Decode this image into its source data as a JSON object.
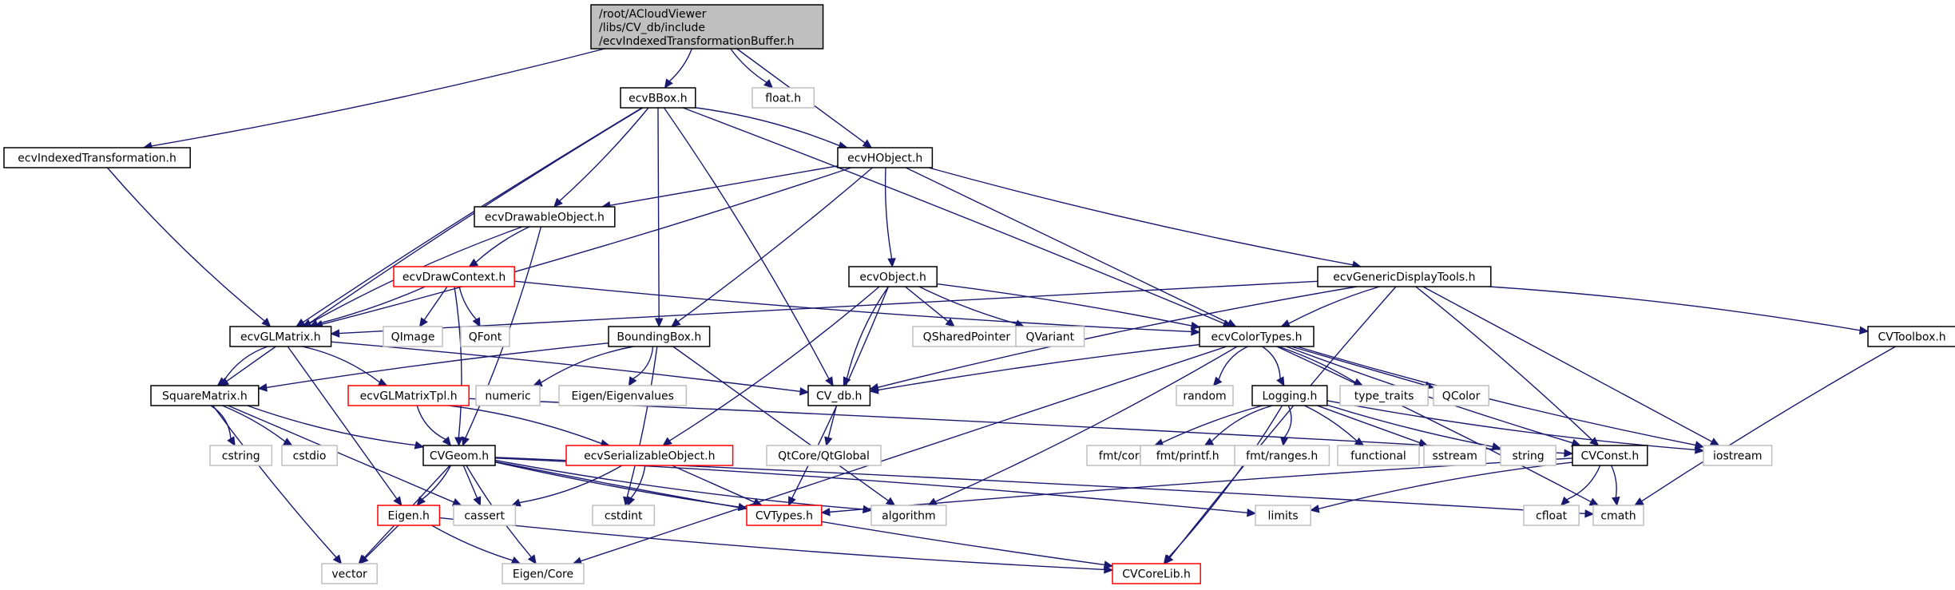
{
  "graph": {
    "title": "Include dependency graph for ecvIndexedTransformationBuffer.h",
    "edge_color": "#191970",
    "styles": {
      "root": {
        "fill": "#bfbfbf",
        "stroke": "#000000"
      },
      "documented": {
        "fill": "#ffffff",
        "stroke": "#000000"
      },
      "external": {
        "fill": "#ffffff",
        "stroke": "#bfbfbf"
      },
      "truncated": {
        "fill": "#ffffff",
        "stroke": "#ff0000"
      }
    },
    "nodes": [
      {
        "id": "root",
        "lines": [
          "/root/ACloudViewer",
          "/libs/CV_db/include",
          "/ecvIndexedTransformationBuffer.h"
        ],
        "kind": "root"
      },
      {
        "id": "ecvBBox",
        "lines": [
          "ecvBBox.h"
        ],
        "kind": "documented"
      },
      {
        "id": "float",
        "lines": [
          "float.h"
        ],
        "kind": "external"
      },
      {
        "id": "ecvIndexedTransformation",
        "lines": [
          "ecvIndexedTransformation.h"
        ],
        "kind": "documented"
      },
      {
        "id": "ecvHObject",
        "lines": [
          "ecvHObject.h"
        ],
        "kind": "documented"
      },
      {
        "id": "ecvDrawableObject",
        "lines": [
          "ecvDrawableObject.h"
        ],
        "kind": "documented"
      },
      {
        "id": "ecvDrawContext",
        "lines": [
          "ecvDrawContext.h"
        ],
        "kind": "truncated"
      },
      {
        "id": "ecvObject",
        "lines": [
          "ecvObject.h"
        ],
        "kind": "documented"
      },
      {
        "id": "ecvGenericDisplayTools",
        "lines": [
          "ecvGenericDisplayTools.h"
        ],
        "kind": "documented"
      },
      {
        "id": "ecvGLMatrix",
        "lines": [
          "ecvGLMatrix.h"
        ],
        "kind": "documented"
      },
      {
        "id": "QImage",
        "lines": [
          "QImage"
        ],
        "kind": "external"
      },
      {
        "id": "QFont",
        "lines": [
          "QFont"
        ],
        "kind": "external"
      },
      {
        "id": "BoundingBox",
        "lines": [
          "BoundingBox.h"
        ],
        "kind": "documented"
      },
      {
        "id": "QSharedPointer",
        "lines": [
          "QSharedPointer"
        ],
        "kind": "external"
      },
      {
        "id": "QVariant",
        "lines": [
          "QVariant"
        ],
        "kind": "external"
      },
      {
        "id": "ecvColorTypes",
        "lines": [
          "ecvColorTypes.h"
        ],
        "kind": "documented"
      },
      {
        "id": "CVToolbox",
        "lines": [
          "CVToolbox.h"
        ],
        "kind": "documented"
      },
      {
        "id": "SquareMatrix",
        "lines": [
          "SquareMatrix.h"
        ],
        "kind": "documented"
      },
      {
        "id": "ecvGLMatrixTpl",
        "lines": [
          "ecvGLMatrixTpl.h"
        ],
        "kind": "truncated"
      },
      {
        "id": "numeric",
        "lines": [
          "numeric"
        ],
        "kind": "external"
      },
      {
        "id": "EigenEigenvalues",
        "lines": [
          "Eigen/Eigenvalues"
        ],
        "kind": "external"
      },
      {
        "id": "CV_db",
        "lines": [
          "CV_db.h"
        ],
        "kind": "documented"
      },
      {
        "id": "random",
        "lines": [
          "random"
        ],
        "kind": "external"
      },
      {
        "id": "Logging",
        "lines": [
          "Logging.h"
        ],
        "kind": "documented"
      },
      {
        "id": "type_traits",
        "lines": [
          "type_traits"
        ],
        "kind": "external"
      },
      {
        "id": "QColor",
        "lines": [
          "QColor"
        ],
        "kind": "external"
      },
      {
        "id": "cstring",
        "lines": [
          "cstring"
        ],
        "kind": "external"
      },
      {
        "id": "cstdio",
        "lines": [
          "cstdio"
        ],
        "kind": "external"
      },
      {
        "id": "CVGeom",
        "lines": [
          "CVGeom.h"
        ],
        "kind": "documented"
      },
      {
        "id": "ecvSerializableObject",
        "lines": [
          "ecvSerializableObject.h"
        ],
        "kind": "truncated"
      },
      {
        "id": "QtGlobal",
        "lines": [
          "QtCore/QtGlobal"
        ],
        "kind": "external"
      },
      {
        "id": "fmtcore",
        "lines": [
          "fmt/core.h"
        ],
        "kind": "external"
      },
      {
        "id": "fmtprintf",
        "lines": [
          "fmt/printf.h"
        ],
        "kind": "external"
      },
      {
        "id": "fmtranges",
        "lines": [
          "fmt/ranges.h"
        ],
        "kind": "external"
      },
      {
        "id": "functional",
        "lines": [
          "functional"
        ],
        "kind": "external"
      },
      {
        "id": "sstream",
        "lines": [
          "sstream"
        ],
        "kind": "external"
      },
      {
        "id": "string",
        "lines": [
          "string"
        ],
        "kind": "external"
      },
      {
        "id": "CVConst",
        "lines": [
          "CVConst.h"
        ],
        "kind": "documented"
      },
      {
        "id": "iostream",
        "lines": [
          "iostream"
        ],
        "kind": "external"
      },
      {
        "id": "Eigen",
        "lines": [
          "Eigen.h"
        ],
        "kind": "truncated"
      },
      {
        "id": "cassert",
        "lines": [
          "cassert"
        ],
        "kind": "external"
      },
      {
        "id": "cstdint",
        "lines": [
          "cstdint"
        ],
        "kind": "external"
      },
      {
        "id": "CVTypes",
        "lines": [
          "CVTypes.h"
        ],
        "kind": "truncated"
      },
      {
        "id": "algorithm",
        "lines": [
          "algorithm"
        ],
        "kind": "external"
      },
      {
        "id": "limits",
        "lines": [
          "limits"
        ],
        "kind": "external"
      },
      {
        "id": "cfloat",
        "lines": [
          "cfloat"
        ],
        "kind": "external"
      },
      {
        "id": "cmath",
        "lines": [
          "cmath"
        ],
        "kind": "external"
      },
      {
        "id": "vector",
        "lines": [
          "vector"
        ],
        "kind": "external"
      },
      {
        "id": "EigenCore",
        "lines": [
          "Eigen/Core"
        ],
        "kind": "external"
      },
      {
        "id": "CVCoreLib",
        "lines": [
          "CVCoreLib.h"
        ],
        "kind": "truncated"
      }
    ],
    "edges": [
      [
        "root",
        "ecvIndexedTransformation"
      ],
      [
        "root",
        "ecvBBox"
      ],
      [
        "root",
        "ecvHObject"
      ],
      [
        "root",
        "float"
      ],
      [
        "ecvIndexedTransformation",
        "ecvGLMatrix"
      ],
      [
        "ecvBBox",
        "ecvHObject"
      ],
      [
        "ecvBBox",
        "ecvDrawableObject"
      ],
      [
        "ecvBBox",
        "BoundingBox"
      ],
      [
        "ecvBBox",
        "ecvGLMatrix"
      ],
      [
        "ecvBBox",
        "SquareMatrix"
      ],
      [
        "ecvBBox",
        "CV_db"
      ],
      [
        "ecvBBox",
        "ecvColorTypes"
      ],
      [
        "ecvHObject",
        "ecvDrawableObject"
      ],
      [
        "ecvHObject",
        "ecvObject"
      ],
      [
        "ecvHObject",
        "ecvGenericDisplayTools"
      ],
      [
        "ecvHObject",
        "ecvGLMatrix"
      ],
      [
        "ecvHObject",
        "BoundingBox"
      ],
      [
        "ecvHObject",
        "ecvColorTypes"
      ],
      [
        "ecvDrawableObject",
        "ecvDrawContext"
      ],
      [
        "ecvDrawableObject",
        "ecvGLMatrix"
      ],
      [
        "ecvDrawableObject",
        "CVGeom"
      ],
      [
        "ecvDrawContext",
        "ecvGLMatrix"
      ],
      [
        "ecvDrawContext",
        "QImage"
      ],
      [
        "ecvDrawContext",
        "QFont"
      ],
      [
        "ecvDrawContext",
        "ecvColorTypes"
      ],
      [
        "ecvDrawContext",
        "CVGeom"
      ],
      [
        "ecvObject",
        "ecvColorTypes"
      ],
      [
        "ecvObject",
        "QSharedPointer"
      ],
      [
        "ecvObject",
        "QVariant"
      ],
      [
        "ecvObject",
        "CV_db"
      ],
      [
        "ecvObject",
        "ecvSerializableObject"
      ],
      [
        "ecvObject",
        "CVTypes"
      ],
      [
        "ecvGenericDisplayTools",
        "ecvGLMatrix"
      ],
      [
        "ecvGenericDisplayTools",
        "ecvColorTypes"
      ],
      [
        "ecvGenericDisplayTools",
        "CV_db"
      ],
      [
        "ecvGenericDisplayTools",
        "CVToolbox"
      ],
      [
        "ecvGenericDisplayTools",
        "CVConst"
      ],
      [
        "ecvGenericDisplayTools",
        "iostream"
      ],
      [
        "ecvGenericDisplayTools",
        "CVCoreLib"
      ],
      [
        "ecvGLMatrix",
        "SquareMatrix"
      ],
      [
        "ecvGLMatrix",
        "ecvGLMatrixTpl"
      ],
      [
        "ecvGLMatrix",
        "CV_db"
      ],
      [
        "ecvGLMatrix",
        "Eigen"
      ],
      [
        "BoundingBox",
        "SquareMatrix"
      ],
      [
        "BoundingBox",
        "numeric"
      ],
      [
        "BoundingBox",
        "EigenEigenvalues"
      ],
      [
        "BoundingBox",
        "cstdint"
      ],
      [
        "BoundingBox",
        "algorithm"
      ],
      [
        "ecvColorTypes",
        "CV_db"
      ],
      [
        "ecvColorTypes",
        "random"
      ],
      [
        "ecvColorTypes",
        "Logging"
      ],
      [
        "ecvColorTypes",
        "type_traits"
      ],
      [
        "ecvColorTypes",
        "QColor"
      ],
      [
        "ecvColorTypes",
        "CVConst"
      ],
      [
        "ecvColorTypes",
        "iostream"
      ],
      [
        "ecvColorTypes",
        "algorithm"
      ],
      [
        "ecvColorTypes",
        "cmath"
      ],
      [
        "ecvColorTypes",
        "EigenCore"
      ],
      [
        "CVToolbox",
        "cmath"
      ],
      [
        "SquareMatrix",
        "CVGeom"
      ],
      [
        "SquareMatrix",
        "cstring"
      ],
      [
        "SquareMatrix",
        "cstdio"
      ],
      [
        "SquareMatrix",
        "cassert"
      ],
      [
        "SquareMatrix",
        "vector"
      ],
      [
        "ecvGLMatrixTpl",
        "CVGeom"
      ],
      [
        "ecvGLMatrixTpl",
        "ecvSerializableObject"
      ],
      [
        "ecvGLMatrixTpl",
        "CVConst"
      ],
      [
        "CV_db",
        "QtGlobal"
      ],
      [
        "Logging",
        "fmtcore"
      ],
      [
        "Logging",
        "fmtprintf"
      ],
      [
        "Logging",
        "fmtranges"
      ],
      [
        "Logging",
        "functional"
      ],
      [
        "Logging",
        "sstream"
      ],
      [
        "Logging",
        "string"
      ],
      [
        "Logging",
        "iostream"
      ],
      [
        "Logging",
        "CVCoreLib"
      ],
      [
        "CVGeom",
        "Eigen"
      ],
      [
        "CVGeom",
        "cassert"
      ],
      [
        "CVGeom",
        "CVTypes"
      ],
      [
        "CVGeom",
        "algorithm"
      ],
      [
        "CVGeom",
        "limits"
      ],
      [
        "CVGeom",
        "cmath"
      ],
      [
        "CVGeom",
        "vector"
      ],
      [
        "CVGeom",
        "EigenCore"
      ],
      [
        "CVGeom",
        "CVCoreLib"
      ],
      [
        "ecvSerializableObject",
        "cassert"
      ],
      [
        "ecvSerializableObject",
        "cstdint"
      ],
      [
        "ecvSerializableObject",
        "CVTypes"
      ],
      [
        "CVConst",
        "CVTypes"
      ],
      [
        "CVConst",
        "limits"
      ],
      [
        "CVConst",
        "cfloat"
      ],
      [
        "CVConst",
        "cmath"
      ],
      [
        "Eigen",
        "vector"
      ],
      [
        "Eigen",
        "EigenCore"
      ],
      [
        "Eigen",
        "CVCoreLib"
      ]
    ]
  }
}
